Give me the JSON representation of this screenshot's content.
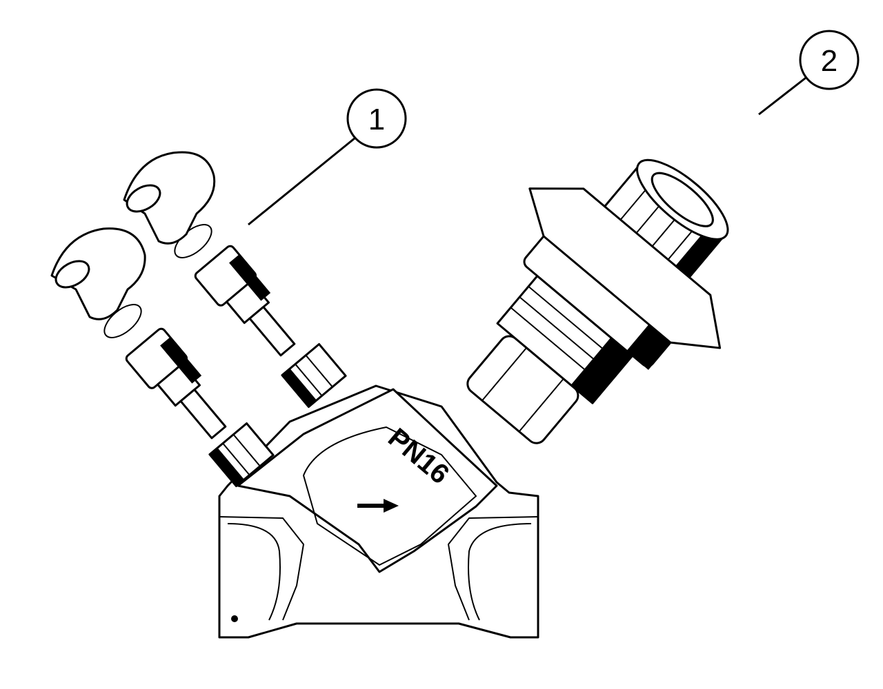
{
  "diagram": {
    "callouts": [
      {
        "label": "1",
        "refers_to": "test-point-nipples-with-caps-and-o-rings"
      },
      {
        "label": "2",
        "refers_to": "handwheel-valve-insert"
      }
    ],
    "body_marking": "PN16",
    "flow_direction_icon": "arrow-right-icon"
  }
}
